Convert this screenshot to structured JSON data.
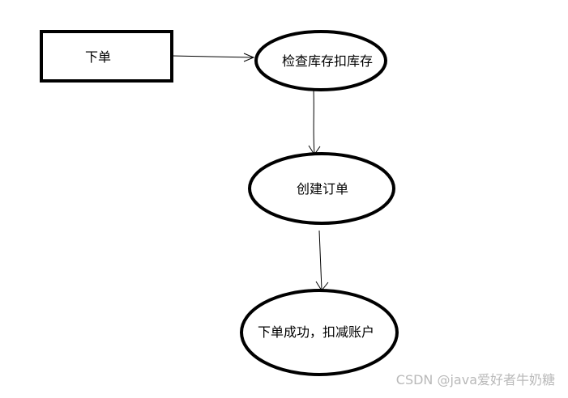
{
  "diagram": {
    "nodes": [
      {
        "id": "place-order",
        "shape": "rectangle",
        "label": "下单"
      },
      {
        "id": "check-stock",
        "shape": "ellipse",
        "label": "检查库存扣库存"
      },
      {
        "id": "create-order",
        "shape": "ellipse",
        "label": "创建订单"
      },
      {
        "id": "success",
        "shape": "ellipse",
        "label": "下单成功，扣减账户"
      }
    ],
    "edges": [
      {
        "from": "place-order",
        "to": "check-stock"
      },
      {
        "from": "check-stock",
        "to": "create-order"
      },
      {
        "from": "create-order",
        "to": "success"
      }
    ]
  },
  "watermark": "CSDN @java爱好者牛奶糖",
  "colors": {
    "stroke": "#000000",
    "background": "#ffffff",
    "watermark": "#b9b9b9"
  }
}
